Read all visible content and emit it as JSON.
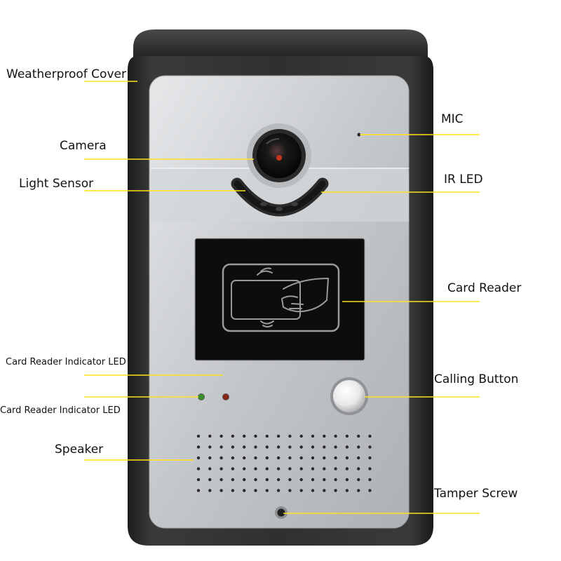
{
  "labels": {
    "weatherproof_cover": "Weatherproof Cover",
    "camera": "Camera",
    "light_sensor": "Light Sensor",
    "mic": "MIC",
    "ir_led": "IR LED",
    "card_reader": "Card Reader",
    "card_reader_indicator_led_1": "Card Reader Indicator LED",
    "card_reader_indicator_led_2": "Card Reader Indicator LED",
    "calling_button": "Calling Button",
    "speaker": "Speaker",
    "tamper_screw": "Tamper Screw"
  },
  "colors": {
    "leader_line": "#ffe21a",
    "housing": "#2b2b2b",
    "panel": "#c9cccf",
    "led_green": "#3a8f2a",
    "led_red": "#8a2416"
  }
}
